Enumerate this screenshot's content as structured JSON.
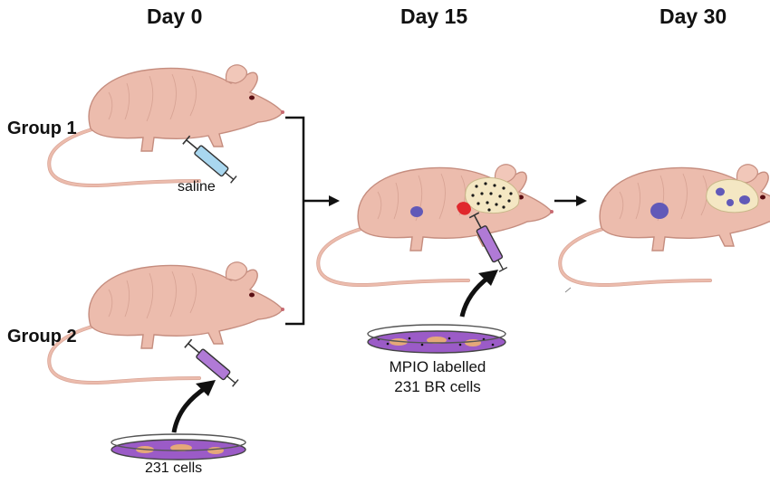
{
  "days": [
    "Day 0",
    "Day 15",
    "Day 30"
  ],
  "groups": [
    "Group 1",
    "Group 2"
  ],
  "labels": {
    "saline": "saline",
    "cells_231": "231 cells",
    "mpio_line1": "MPIO labelled",
    "mpio_line2": "231 BR cells"
  },
  "colors": {
    "mouse_skin": "#ecbcad",
    "mouse_outline": "#c58d7f",
    "tumor": "#6159b8",
    "skull": "#f4e7c3",
    "mpio_dot": "#1a1a1a",
    "syringe_saline": "#a9d7ef",
    "syringe_cells": "#b07ad6",
    "dish_fill": "#9b5bc7",
    "dish_spot": "#f2b66b",
    "injection_site": "#e0282d"
  }
}
